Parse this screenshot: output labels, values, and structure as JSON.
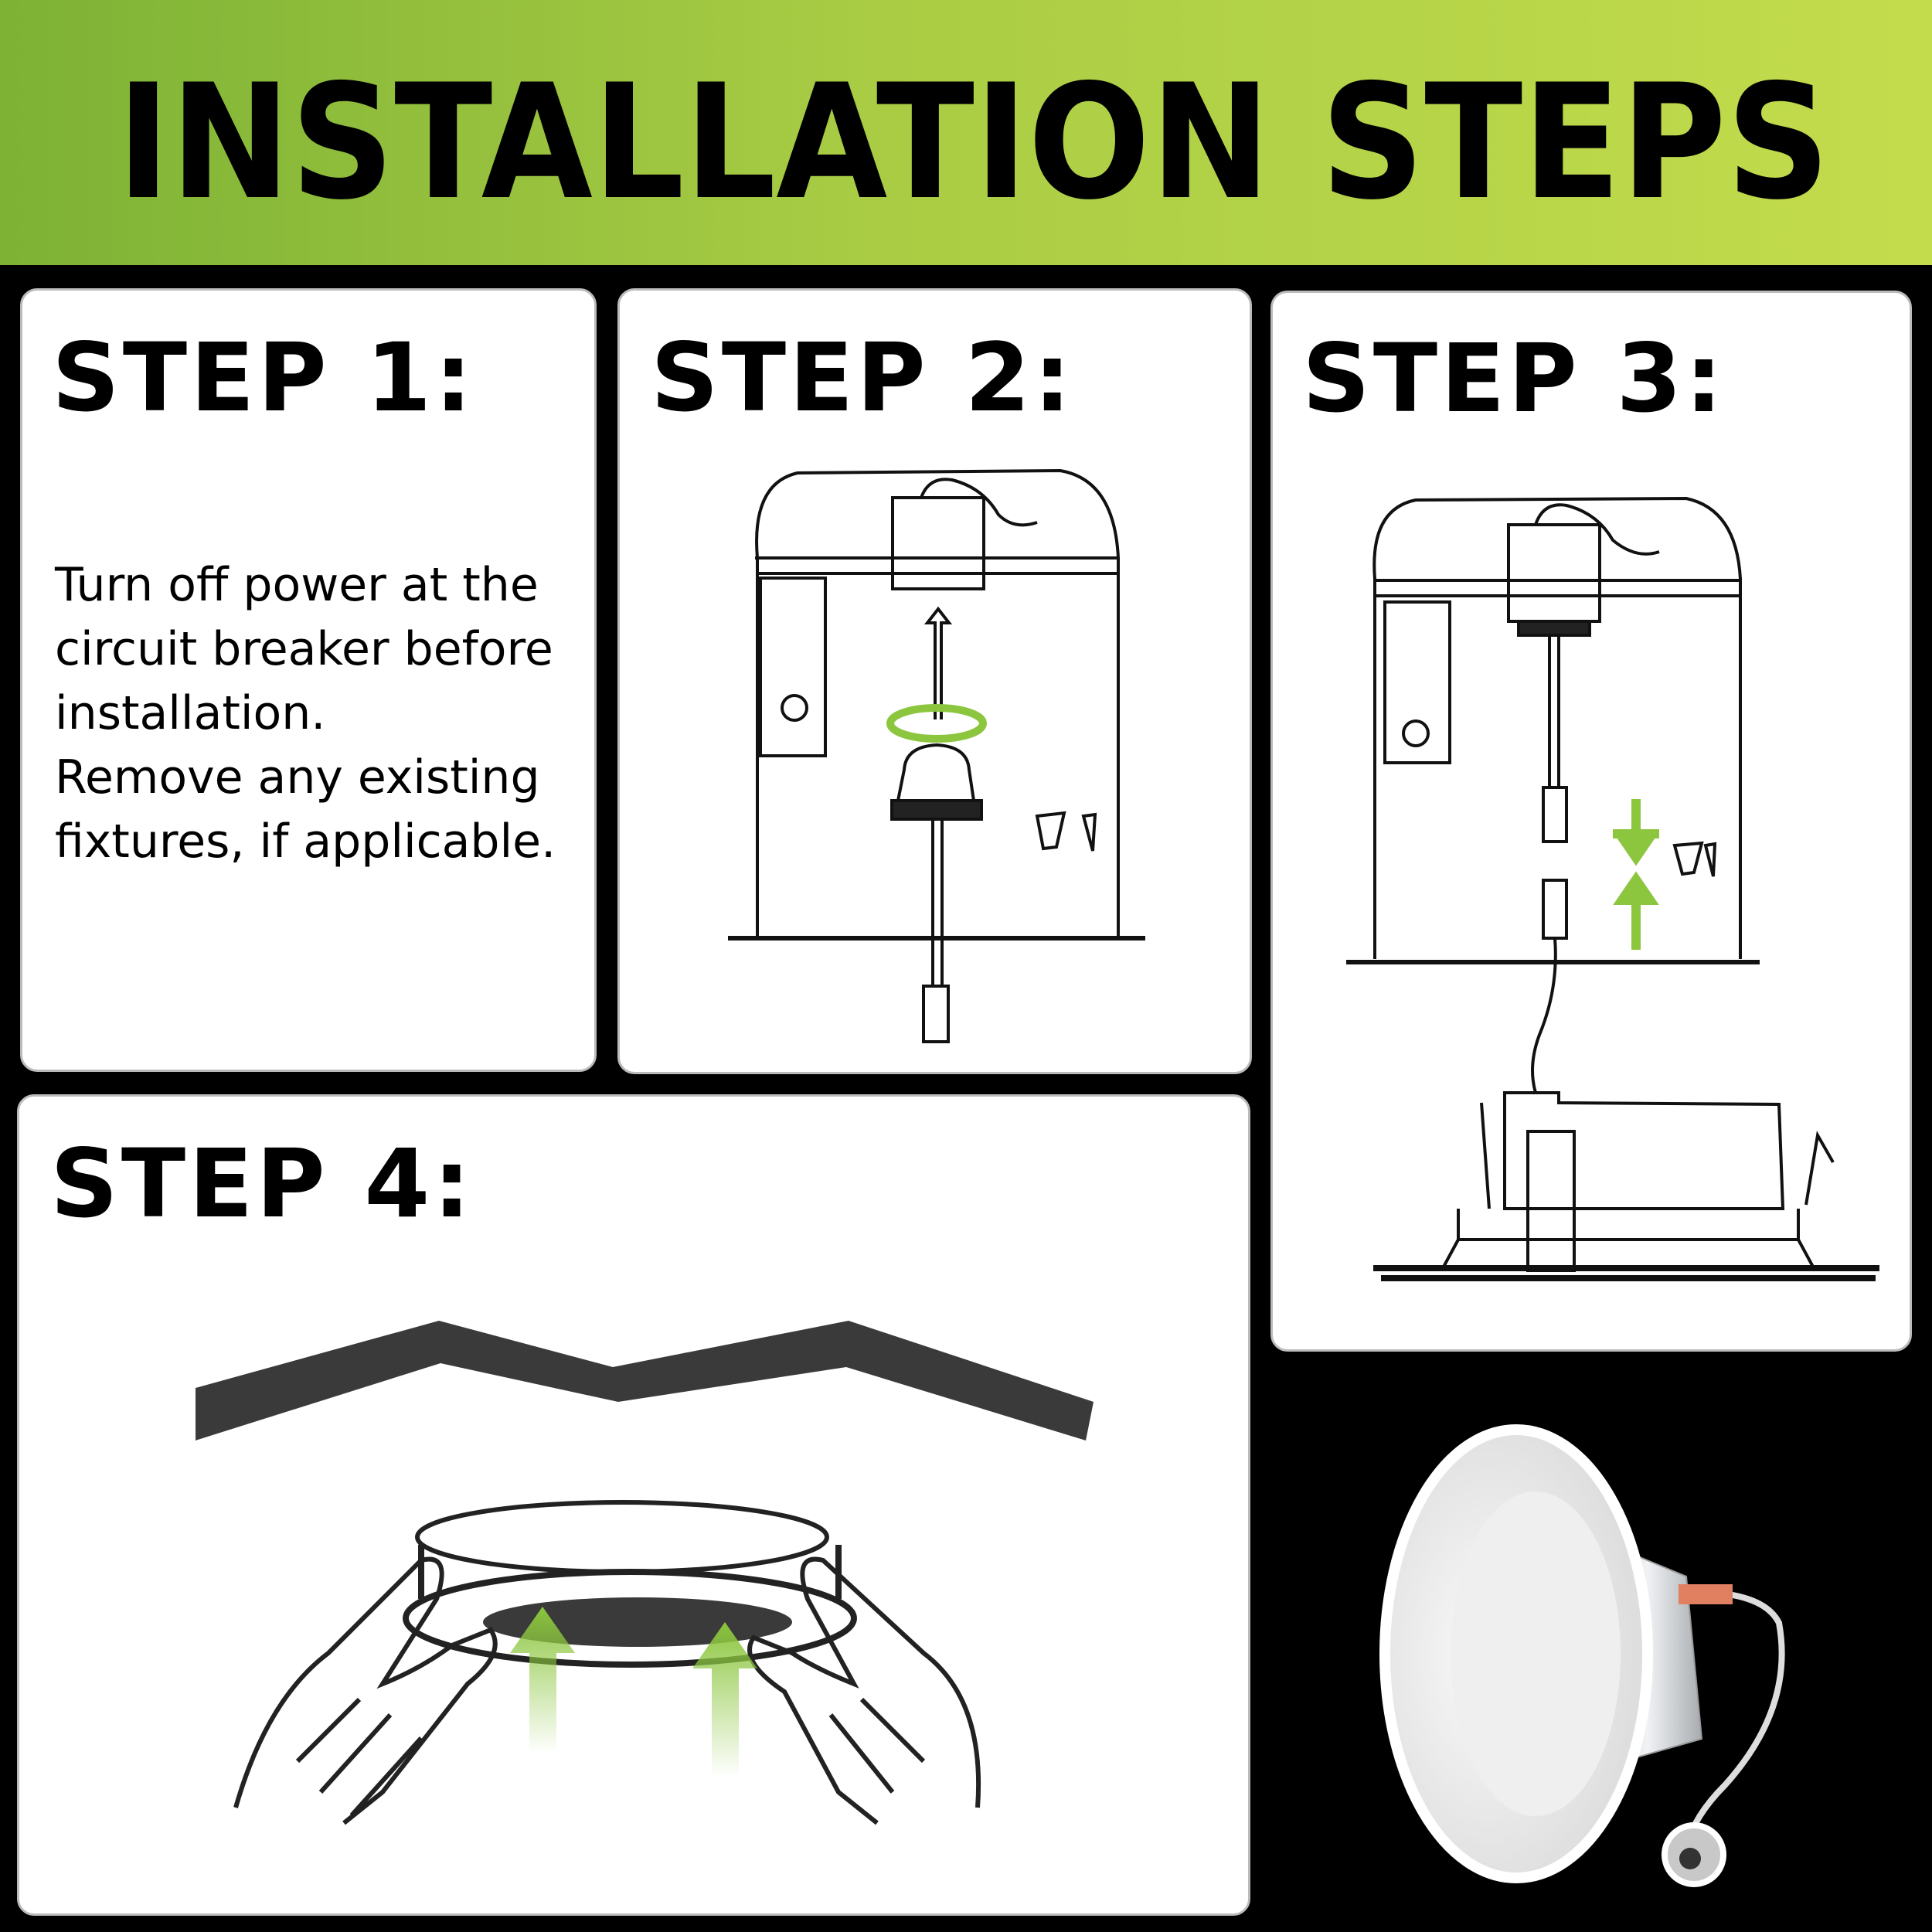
{
  "header": {
    "title": "INSTALLATION STEPS"
  },
  "steps": [
    {
      "title": "STEP 1:",
      "lines": [
        "Turn off power at the",
        "circuit breaker before",
        "installation.",
        "Remove any existing",
        "fixtures, if applicable."
      ]
    },
    {
      "title": "STEP 2:"
    },
    {
      "title": "STEP 3:"
    },
    {
      "title": "STEP 4:"
    }
  ],
  "colors": {
    "header_start": "#7db235",
    "header_end": "#c3dc4c",
    "arrow_green": "#8cc63f",
    "background": "#000000",
    "panel": "#ffffff",
    "ceiling": "#3a3a3a"
  }
}
